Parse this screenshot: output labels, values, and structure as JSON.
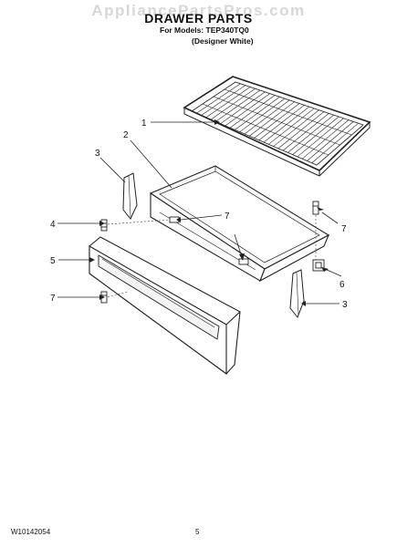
{
  "watermark": "AppliancePartsPros.com",
  "header": {
    "title": "DRAWER PARTS",
    "models": "For Models: TEP340TQ0",
    "variant": "(Designer White)"
  },
  "callouts": [
    "1",
    "2",
    "3",
    "4",
    "5",
    "6",
    "7",
    "7",
    "7",
    "3"
  ],
  "footer": {
    "doc_number": "W10142054",
    "page": "5"
  }
}
